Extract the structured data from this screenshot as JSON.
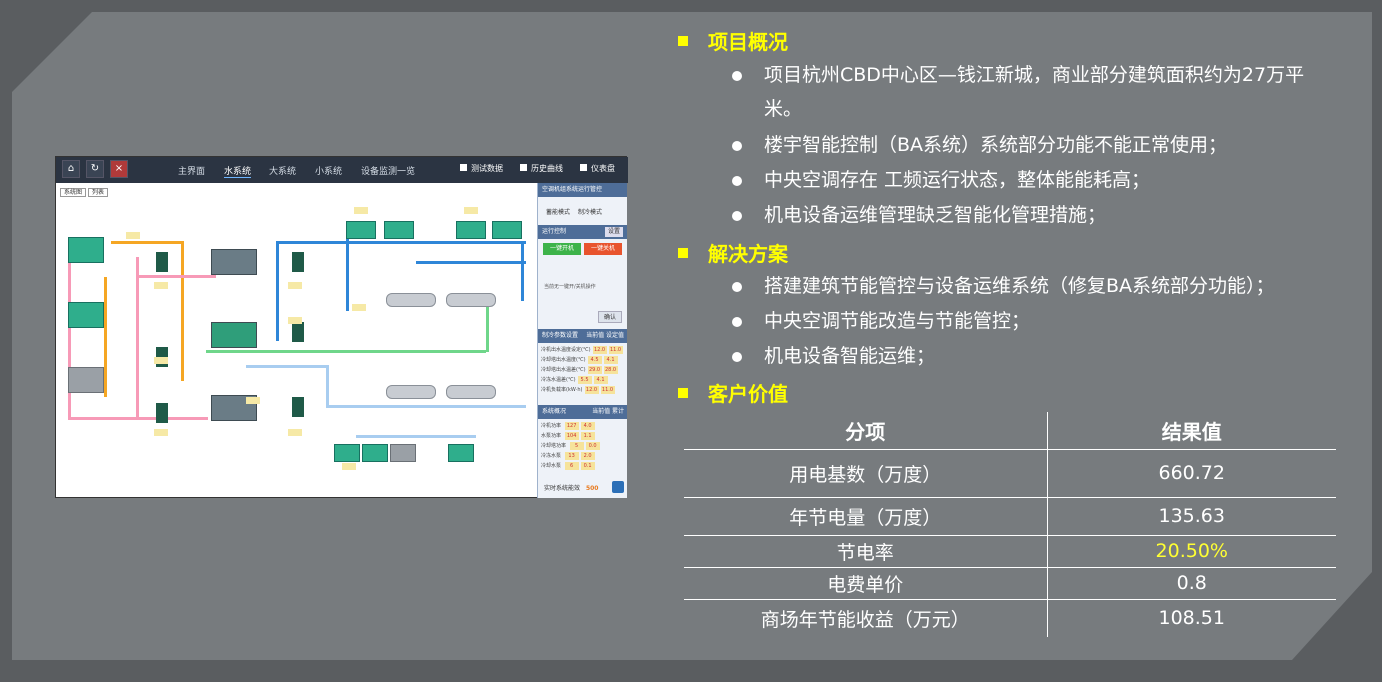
{
  "scada": {
    "toolbar": {
      "home_icon": "home-icon",
      "refresh_icon": "refresh-icon",
      "close_icon": "close-icon",
      "tabs": [
        {
          "label": "主界面"
        },
        {
          "label": "水系统",
          "active": true
        },
        {
          "label": "大系统"
        },
        {
          "label": "小系统"
        },
        {
          "label": "设备监测一览"
        }
      ],
      "right_buttons": [
        {
          "label": "测试数据"
        },
        {
          "label": "历史曲线"
        },
        {
          "label": "仪表盘"
        }
      ]
    },
    "legend_tabs": [
      "系统图",
      "列表"
    ],
    "side": {
      "title": "空调机组系统运行管控",
      "mode_options": [
        "蓄能模式",
        "制冷模式"
      ],
      "control_header": "运行控制",
      "control_action": "设置",
      "start_button": "一键开机",
      "stop_button": "一键关机",
      "status_text": "当前无一键开/关机操作",
      "confirm_button": "确认",
      "params_header": "制冷参数设置",
      "params_header_right": "当前值 设定值",
      "params": [
        {
          "label": "冷机出水温度设定(℃)",
          "current": "12.0",
          "set": "11.0"
        },
        {
          "label": "冷却塔出水温度(℃)",
          "current": "4.5",
          "set": "4.1"
        },
        {
          "label": "冷却塔出水温差(℃)",
          "current": "29.0",
          "set": "28.0"
        },
        {
          "label": "冷冻水温差(℃)",
          "current": "5.5",
          "set": "4.1"
        },
        {
          "label": "冷机负载率(kW·h)",
          "current": "12.0",
          "set": "11.0"
        }
      ],
      "summary_header": "系统概况",
      "summary_header_right": "当前值 累计",
      "summary": [
        {
          "label": "冷机功率",
          "v1": "127",
          "v2": "4.0"
        },
        {
          "label": "水泵功率",
          "v1": "104",
          "v2": "1.1"
        },
        {
          "label": "冷却塔功率",
          "v1": "5",
          "v2": "0.0"
        },
        {
          "label": "冷冻水泵",
          "v1": "13",
          "v2": "2.0"
        },
        {
          "label": "冷却水泵",
          "v1": "6",
          "v2": "0.1"
        }
      ],
      "footer_label": "实时系统能效",
      "footer_value": "500"
    }
  },
  "sections": [
    {
      "title": "项目概况",
      "bullets": [
        "项目杭州CBD中心区—钱江新城，商业部分建筑面积约为27万平米。",
        "楼宇智能控制（BA系统）系统部分功能不能正常使用；",
        "中央空调存在 工频运行状态，整体能能耗高；",
        "机电设备运维管理缺乏智能化管理措施；"
      ]
    },
    {
      "title": "解决方案",
      "bullets": [
        "搭建建筑节能管控与设备运维系统（修复BA系统部分功能）；",
        "中央空调节能改造与节能管控；",
        "机电设备智能运维；"
      ]
    },
    {
      "title": "客户价值",
      "bullets": []
    }
  ],
  "table": {
    "headers": [
      "分项",
      "结果值"
    ],
    "rows": [
      {
        "item": "用电基数（万度）",
        "value": "660.72"
      },
      {
        "item": "年节电量（万度）",
        "value": "135.63"
      },
      {
        "item": "节电率",
        "value": "20.50%",
        "highlight": "#ffff33"
      },
      {
        "item": "电费单价",
        "value": "0.8"
      },
      {
        "item": "商场年节能收益（万元）",
        "value": "108.51"
      }
    ]
  }
}
